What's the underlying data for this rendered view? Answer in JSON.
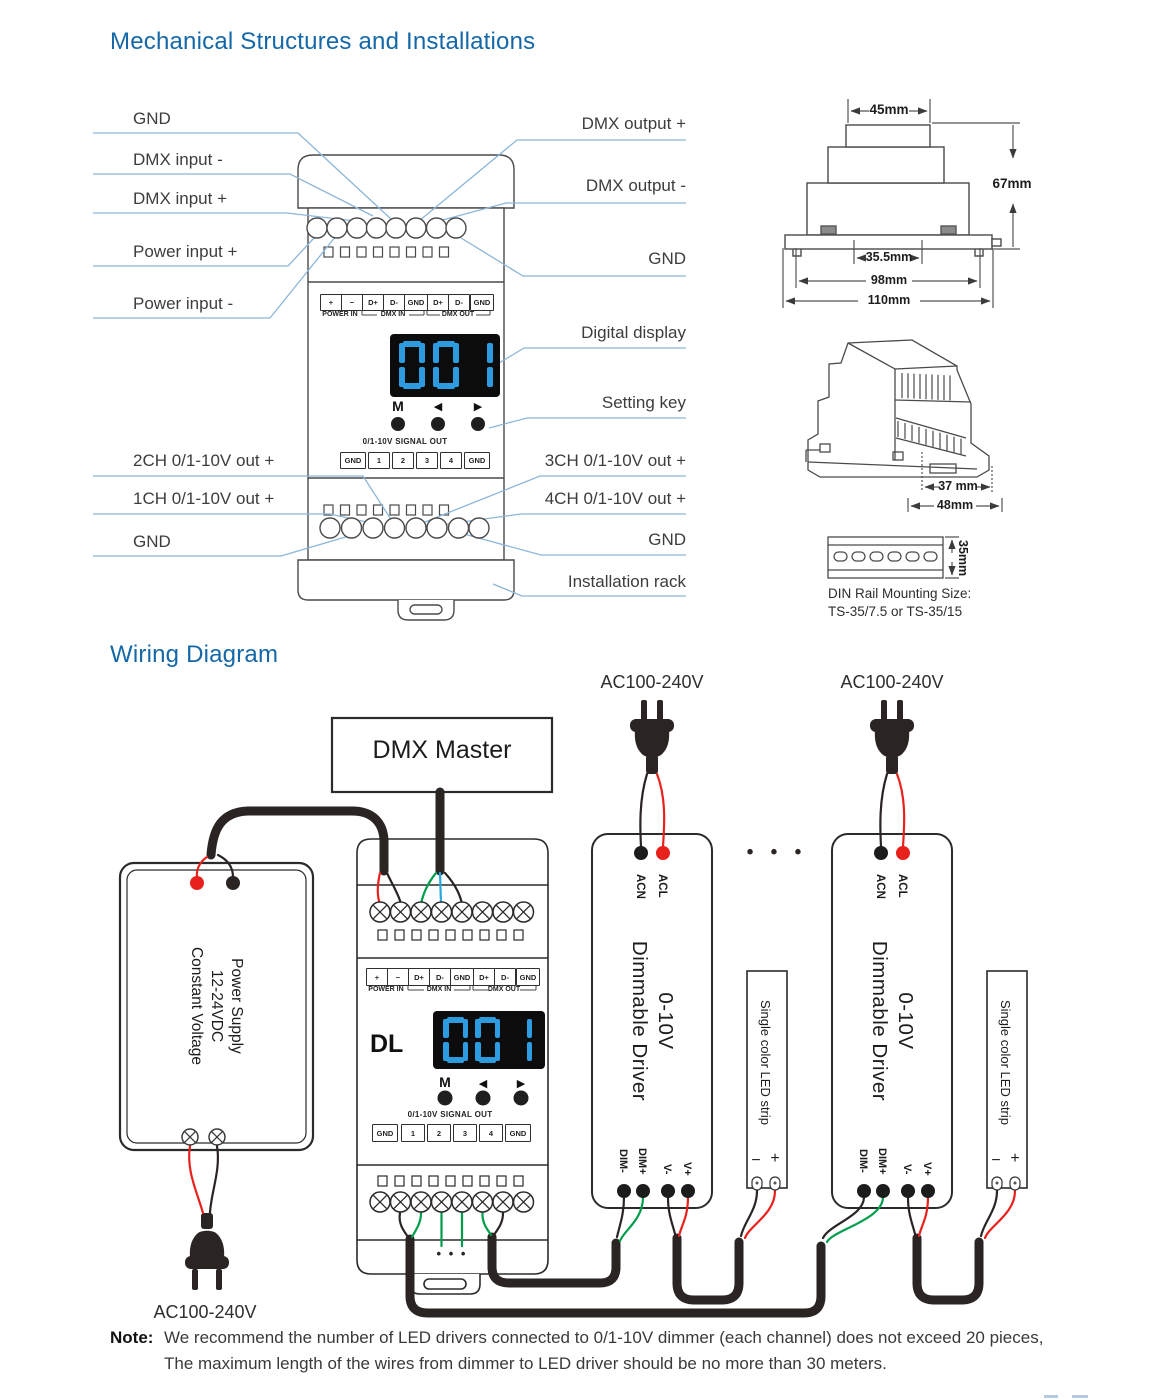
{
  "titles": {
    "mechanical": "Mechanical Structures and Installations",
    "wiring": "Wiring Diagram"
  },
  "colors": {
    "accent": "#1568a8",
    "leader_line": "#8cb6da",
    "display_digit": "#2d9be0",
    "wire_red": "#e8211d",
    "wire_green": "#009e4c",
    "wire_blue": "#29a8e0",
    "wire_black": "#2a2423"
  },
  "mech": {
    "labels_left": [
      "GND",
      "DMX input -",
      "DMX input +",
      "Power input +",
      "Power input -",
      "2CH 0/1-10V out +",
      "1CH 0/1-10V out +",
      "GND"
    ],
    "labels_right": [
      "DMX output +",
      "DMX output -",
      "GND",
      "Digital display",
      "Setting key",
      "3CH 0/1-10V out +",
      "4CH 0/1-10V out +",
      "GND",
      "Installation rack"
    ],
    "dimensions": {
      "top_width": "45mm",
      "height": "67mm",
      "clip_span": "35.5mm",
      "body_width": "98mm",
      "overall_width": "110mm",
      "depth_body": "37 mm",
      "depth_overall": "48mm",
      "rail_height": "35mm"
    },
    "din_note_1": "DIN Rail Mounting Size:",
    "din_note_2": "TS-35/7.5 or TS-35/15"
  },
  "panel": {
    "terminals": [
      "+",
      "−",
      "D+",
      "D-",
      "GND",
      "D+",
      "D-",
      "GND"
    ],
    "group_power": "POWER IN",
    "group_dmx_in": "DMX IN",
    "group_dmx_out": "DMX OUT",
    "display_value": "001",
    "key_m": "M",
    "key_left": "◀",
    "key_right": "▶",
    "signal_title": "0/1-10V SIGNAL OUT",
    "signal_terminals": [
      "GND",
      "1",
      "2",
      "3",
      "4",
      "GND"
    ],
    "model": "DL"
  },
  "wiring": {
    "master": "DMX Master",
    "ac_voltage": "AC100-240V",
    "supply": [
      "Power Supply",
      "12-24VDC",
      "Constant Voltage"
    ],
    "driver": [
      "0-10V",
      "Dimmable Driver"
    ],
    "driver_in": [
      "ACL",
      "ACN"
    ],
    "driver_out": [
      "DIM-",
      "DIM+",
      "V-",
      "V+"
    ],
    "strip": "Single color LED strip",
    "strip_minus": "−",
    "strip_plus": "+",
    "dots": "• • •"
  },
  "note": {
    "label": "Note:",
    "line1": "We recommend the number of LED drivers connected to 0/1-10V dimmer (each channel) does not exceed 20 pieces,",
    "line2": "The maximum length of the wires from dimmer to LED driver should be no more than 30 meters."
  }
}
